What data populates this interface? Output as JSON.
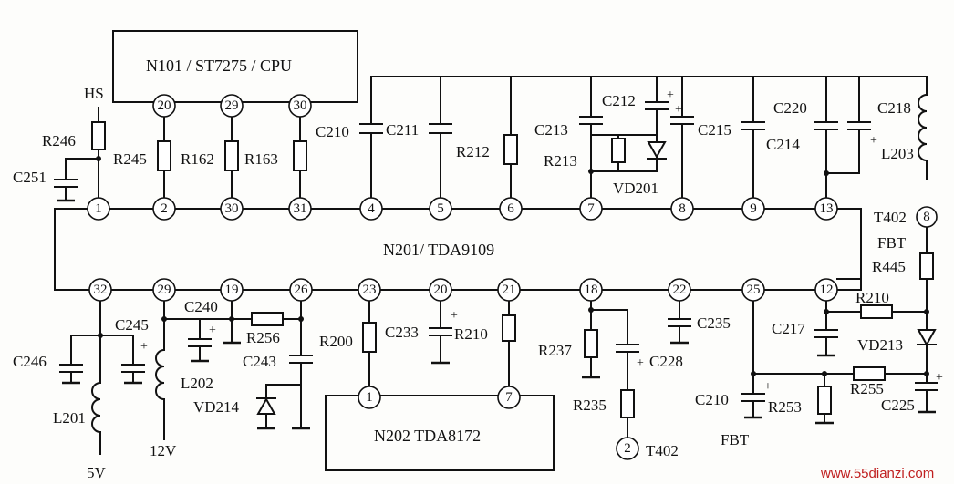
{
  "ics": {
    "cpu": "N101 / ST7275 /   CPU",
    "main": "N201/ TDA9109",
    "amp": "N202   TDA8172"
  },
  "top_pins": [
    "1",
    "2",
    "30",
    "31",
    "4",
    "5",
    "6",
    "7",
    "8",
    "9",
    "13"
  ],
  "cpu_pins": [
    "20",
    "29",
    "30"
  ],
  "bottom_pins": [
    "32",
    "29",
    "19",
    "26",
    "23",
    "20",
    "21",
    "18",
    "22",
    "25",
    "12"
  ],
  "amp_pins": [
    "1",
    "7"
  ],
  "connector_pins": {
    "t402_top": "8",
    "t402_bottom": "2"
  },
  "labels": {
    "hs": "HS",
    "r246": "R246",
    "c251": "C251",
    "r245": "R245",
    "r162": "R162",
    "r163": "R163",
    "c210_top": "C210",
    "c211": "C211",
    "r212": "R212",
    "c213": "C213",
    "r213": "R213",
    "c212": "C212",
    "vd201": "VD201",
    "c215": "C215",
    "c214": "C214",
    "c220": "C220",
    "c218": "C218",
    "l203": "L203",
    "t402_top": "T402",
    "fbt_top": "FBT",
    "r445": "R445",
    "c246": "C246",
    "l201": "L201",
    "v5": "5V",
    "c245": "C245",
    "c240": "C240",
    "l202": "L202",
    "v12": "12V",
    "r256": "R256",
    "c243": "C243",
    "vd214": "VD214",
    "r200": "R200",
    "c233": "C233",
    "r210_b": "R210",
    "r237": "R237",
    "c228": "C228",
    "r235": "R235",
    "t402_bottom": "T402",
    "c235": "C235",
    "c210_bottom": "C210",
    "fbt_bottom": "FBT",
    "r253": "R253",
    "r255": "R255",
    "c217": "C217",
    "r210_r": "R210",
    "vd213": "VD213",
    "c225": "C225"
  },
  "watermark": "www.55dianzi.com"
}
